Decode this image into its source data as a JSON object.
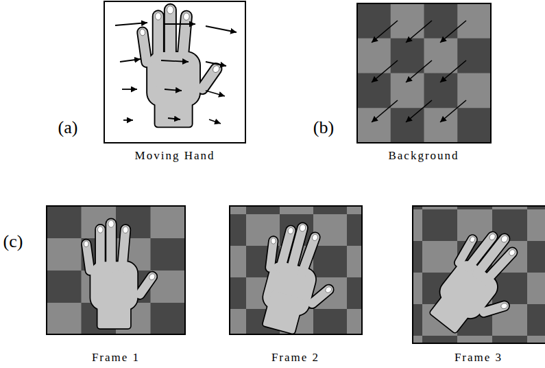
{
  "diagram": {
    "labels": [
      "(a)",
      "Moving Hand",
      "(b)",
      "Background",
      "(c)",
      "Frame 1",
      "Frame 2",
      "Frame 3"
    ]
  }
}
